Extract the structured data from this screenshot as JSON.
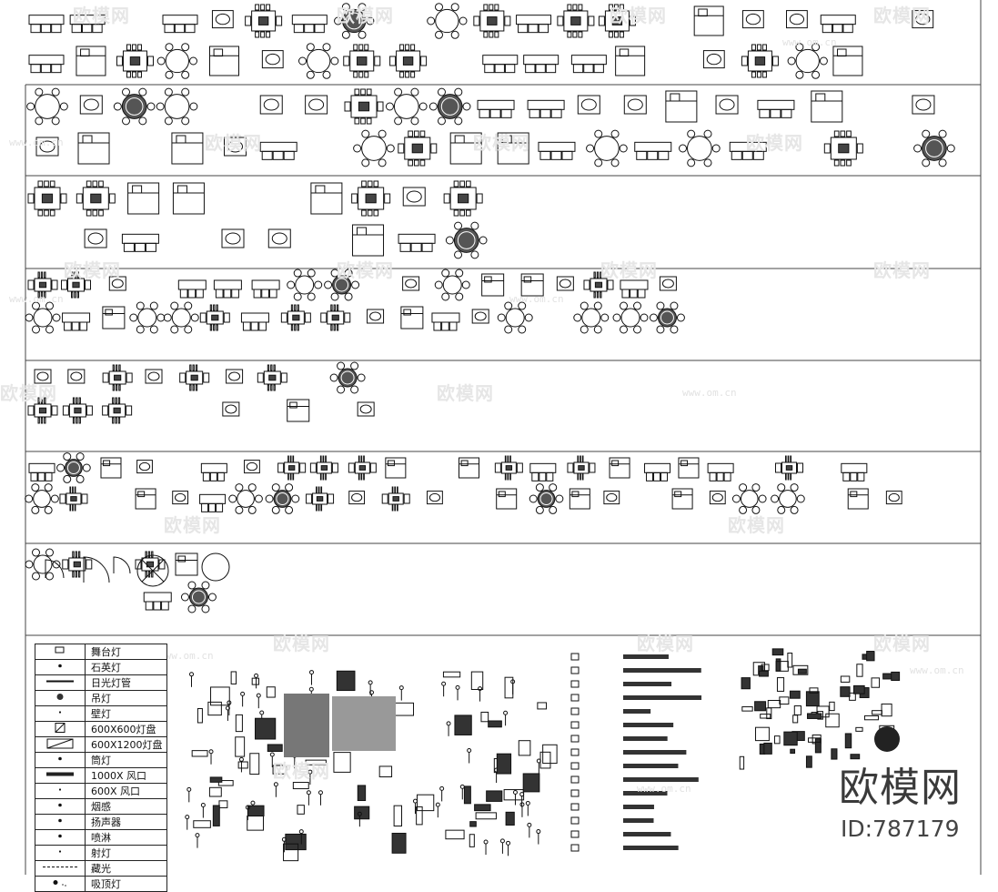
{
  "watermark": {
    "brand": "欧模网",
    "url": "www.om.cn",
    "id_label": "ID:787179"
  },
  "legend": {
    "items": [
      {
        "symbol": "stage-light",
        "label": "舞台灯"
      },
      {
        "symbol": "dot",
        "label": "石英灯"
      },
      {
        "symbol": "tube",
        "label": "日光灯管"
      },
      {
        "symbol": "chandelier",
        "label": "吊灯"
      },
      {
        "symbol": "small-dot",
        "label": "壁灯"
      },
      {
        "symbol": "square-diag",
        "label": "600X600灯盘"
      },
      {
        "symbol": "rect-diag",
        "label": "600X1200灯盘"
      },
      {
        "symbol": "dot",
        "label": "筒灯"
      },
      {
        "symbol": "bar",
        "label": "1000X  风口"
      },
      {
        "symbol": "small-dot",
        "label": "600X  风口"
      },
      {
        "symbol": "dot",
        "label": "烟感"
      },
      {
        "symbol": "dot",
        "label": "扬声器"
      },
      {
        "symbol": "dot",
        "label": "喷淋"
      },
      {
        "symbol": "small-dot",
        "label": "射灯"
      },
      {
        "symbol": "dash",
        "label": "藏光"
      },
      {
        "symbol": "ceiling",
        "label": "吸顶灯"
      }
    ]
  },
  "colors": {
    "line": "#111111",
    "rule": "#444444",
    "watermark": "#e6e6e6"
  }
}
